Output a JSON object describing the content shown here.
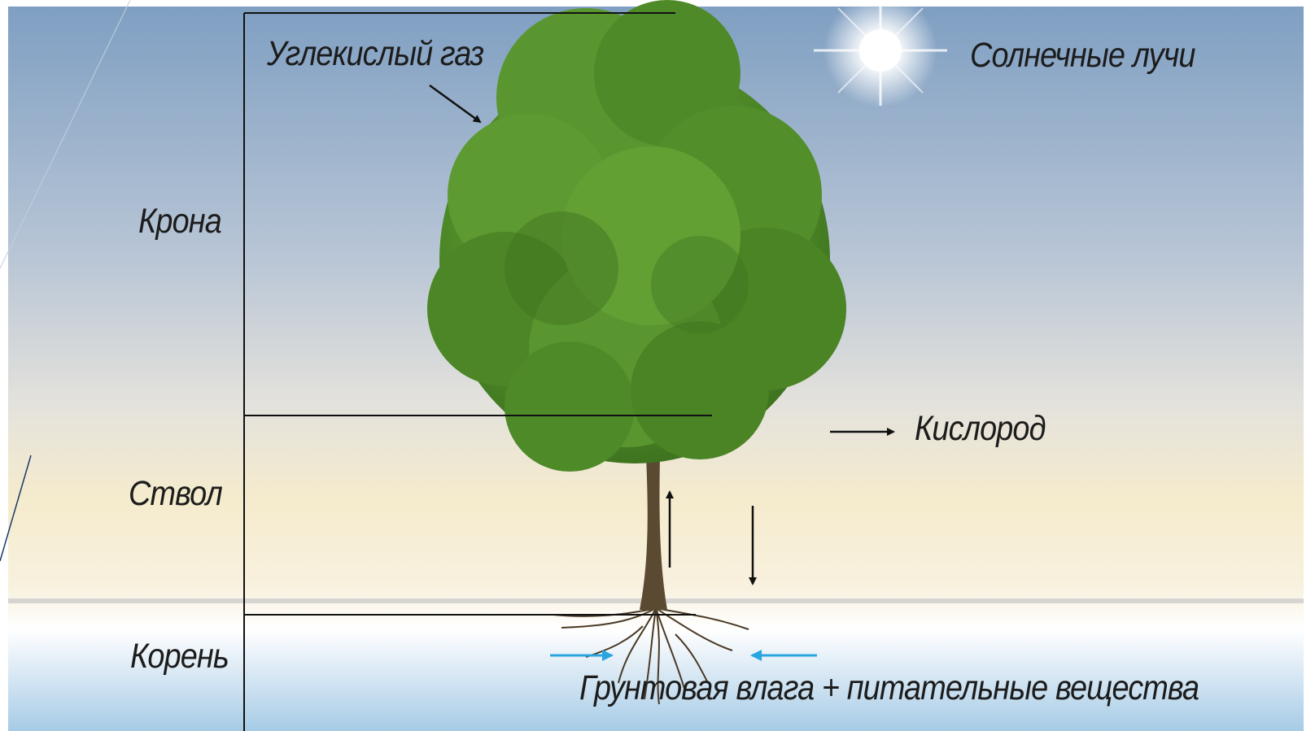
{
  "labels": {
    "co2": "Углекислый газ",
    "sun": "Солнечные лучи",
    "crown": "Крона",
    "oxygen": "Кислород",
    "trunk": "Ствол",
    "root": "Корень",
    "water": "Грунтовая влага + питательные вещества"
  },
  "colors": {
    "sky_top": "#8aa8c8",
    "sky_mid": "#d8dce4",
    "horizon_warm": "#f3e8c8",
    "ground": "#a9cde8",
    "foliage": "#4f8a2a",
    "trunk": "#5a4a32",
    "water_arrow": "#2aa5e0",
    "line": "#111111"
  }
}
